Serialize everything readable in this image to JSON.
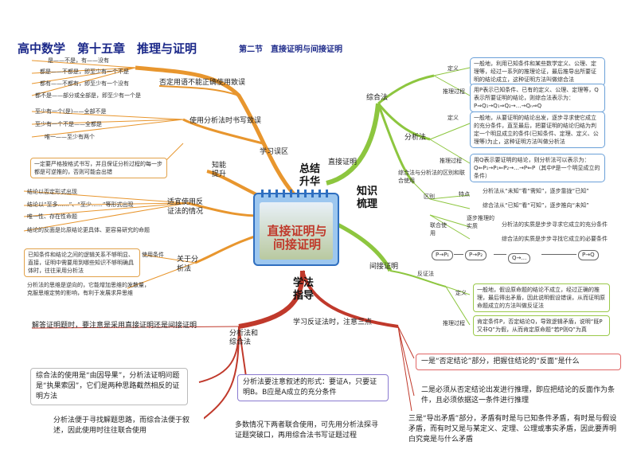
{
  "header": {
    "title": "高中数学　第十五章　推理与证明",
    "subtitle": "第二节　直接证明与间接证明"
  },
  "center": {
    "card_title": "直接证明与间接证明",
    "hub_review": "总结升华",
    "hub_knowledge": "知识梳理",
    "hub_method": "学法指导"
  },
  "branches": {
    "mistakes": "学习误区",
    "direct": "直接证明",
    "indirect": "间接证明",
    "ability": "知能提升",
    "analytic_synthetic": "分析法和综合法",
    "contradiction_note": "学习反证法时，注意三点",
    "prove_note": "解答证明题时，要注意是采用直接证明还是间接证明"
  },
  "mistakes": {
    "negation_label": "否定用语不能正确使用致误",
    "negations": [
      "是——不是，有——没有",
      "都是——不都是，即至少有一个不是",
      "都有——不都有，即至少有一个没有",
      "都不是——部分或全部是，即至少有一个是",
      "至少有一个(是)——全部不是",
      "至少有一个不是——全都是",
      "唯一——至少有两个"
    ],
    "analysis_label": "使用分析法时书写致误",
    "analysis_note": "一定要严格按格式书写，并且保证分析过程的每一步都是可逆推的，否则可能会出错"
  },
  "ability": {
    "contradiction_label": "适宜使用反证法的情况",
    "contradiction_cases": [
      "结论以否定形式出现",
      "结论以“至多……”、“至少……”等形式出现",
      "唯一性、存在性命题",
      "结论的反面是比原结论更具体、更容易研究的命题"
    ],
    "analysis_label": "关于分析法",
    "analysis_condition_label": "使用条件",
    "analysis_condition": "已知条件和结论之间的逻辑关系不够明显、直接，证明中需要用到哪些知识不够明确具体时，往往采用分析法",
    "analysis_thinking": "分析法的思维是逆向的，它能增加思维的发散量，克服思维定势的影响，有利于发展求异思维"
  },
  "direct": {
    "synthetic": "综合法",
    "synthetic_def_label": "定义",
    "synthetic_def": "一般地，利用已知条件和某些数学定义、公理、定理等，经过一系列的推理论证，最后推导出所要证明的结论成立，这种证明方法叫做综合法",
    "synthetic_process_label": "推理过程",
    "synthetic_process": "用P表示已知条件、已有的定义、公理、定理等，Q表示所要证明的结论，则综合法表示为：P⇒Q₁→Q₁⇒Q₂→…→Qₙ⇒Q",
    "analytic": "分析法",
    "analytic_def_label": "定义",
    "analytic_def": "一般地，从要证明的结论出发，逐步寻求使它成立的充分条件，直至最后，把要证明的结论归结为判定一个明显成立的条件(已知条件、定理、定义、公理等)为止，这种证明方法叫做分析法",
    "analytic_process_label": "推理过程",
    "analytic_process": "用Q表示要证明的结论，则分析法可以表示为：Q⇐P₁→P₁⇐P₂→…→P⇐P（其中P是一个明显成立的条件）",
    "relation_label": "综合法与分析法的区别和联合使用",
    "diff_label": "区别",
    "feature_label": "特点",
    "feature_1": "分析法从“未知”看“需知”，逐步靠拢“已知”",
    "feature_2": "综合法从“已知”看“可知”，逐步推向“未知”",
    "step_label": "逐步推理的实质",
    "step_1": "分析法的实质是步步寻求它成立的充分条件",
    "step_2": "综合法的实质是步步寻找它成立的必要条件",
    "combo_label": "联合使用"
  },
  "indirect": {
    "method_label": "反证法",
    "def_label": "定义",
    "def": "一般地，假设原命题的结论不成立，经过正确的推理，最后得出矛盾，因此说明假设错误，从而证明原命题成立的方法叫做反证法",
    "process_label": "推理过程",
    "process": "肯定条件P，否定结论Q，导致逻辑矛盾，说明“既P又非Q”为假，从而肯定原命题“若P则Q”为真",
    "flow_1": "P→P₁",
    "flow_2": "P→P₂",
    "flow_3": "Q→…",
    "flow_4": "P→Q"
  },
  "method": {
    "synthetic_analytic_note": "综合法的使用是“由因导果”，分析法证明问题是“执果索因”，它们是两种思路截然相反的证明方法",
    "combo_note": "分析法便于寻找解题思路，而综合法便于叙述，因此使用时往往联合使用",
    "analysis_format": "分析法要注意叙述的形式：要证A，只要证明B。B应是A成立的充分条件",
    "mix_note": "多数情况下两者联合使用，可先用分析法探寻证题突破口，再用综合法书写证题过程",
    "point_1": "一是“否定结论”部分，把握住结论的“反面”是什么",
    "point_2": "二是必须从否定结论出发进行推理，即应把结论的反面作为条件，且必须依据这一条件进行推理",
    "point_3": "三是“导出矛盾”部分，矛盾有时是与已知条件矛盾，有时是与假设矛盾，而有时又是与某定义、定理、公理或事实矛盾，因此要弄明白究竟是与什么矛盾"
  },
  "colors": {
    "branch_orange": "#e8962e",
    "branch_green": "#8dc63f",
    "branch_red": "#c0392b",
    "card_blue": "#2f6fc0",
    "title_blue": "#1d2a8a"
  }
}
